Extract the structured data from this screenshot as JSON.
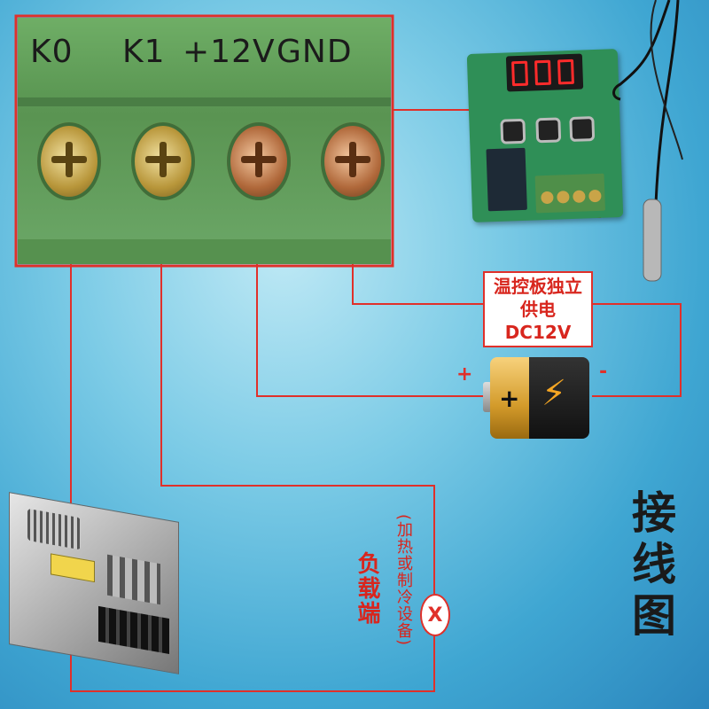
{
  "terminal_block": {
    "labels": [
      "K0",
      "K1",
      "+12V",
      "GND"
    ]
  },
  "notes": {
    "independent_power": [
      "温控板独立",
      "供电DC12V"
    ],
    "polarity_plus": "+",
    "polarity_minus": "-",
    "load_label": "负载端",
    "load_note": "(加热或制冷设备)",
    "load_symbol": "X"
  },
  "title": "接线图",
  "colors": {
    "wire": "#e0302a",
    "terminal_green": "#5f9b5a",
    "background": "#5bb8de"
  }
}
